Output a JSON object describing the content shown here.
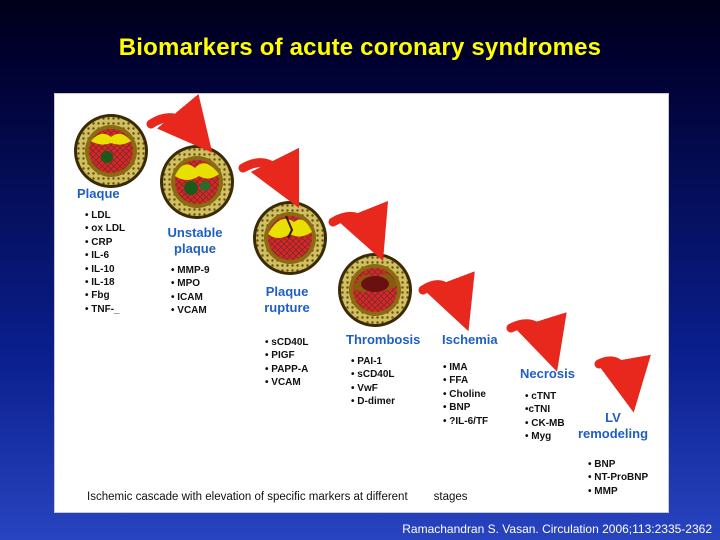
{
  "slide": {
    "title": "Biomarkers of acute coronary syndromes",
    "citation": "Ramachandran S. Vasan. Circulation 2006;113:2335-2362"
  },
  "colors": {
    "title": "#ffff00",
    "stage_label": "#1f5fc4",
    "arrow": "#e8281c",
    "plaque_outer": "#a87918",
    "plaque_core": "#d92626",
    "plaque_lipid": "#e8e000"
  },
  "diagram": {
    "stages": [
      {
        "label": [
          "Plaque"
        ],
        "markers": [
          "LDL",
          "ox LDL",
          "CRP",
          "IL-6",
          "IL-10",
          "IL-18",
          "Fbg",
          "TNF-_"
        ]
      },
      {
        "label": [
          "Unstable",
          "plaque"
        ],
        "markers": [
          "MMP-9",
          "MPO",
          "ICAM",
          "VCAM"
        ]
      },
      {
        "label": [
          "Plaque",
          "rupture"
        ],
        "markers": [
          "sCD40L",
          "PIGF",
          "PAPP-A",
          "VCAM"
        ]
      },
      {
        "label": [
          "Thrombosis"
        ],
        "markers": [
          "PAI-1",
          "sCD40L",
          "VwF",
          "D-dimer"
        ]
      },
      {
        "label": [
          "Ischemia"
        ],
        "markers": [
          "IMA",
          "FFA",
          "Choline",
          "BNP",
          "?IL-6/TF"
        ]
      },
      {
        "label": [
          "Necrosis"
        ],
        "markers": [
          "cTNT",
          "cTNI",
          "CK-MB",
          "Myg"
        ]
      },
      {
        "label": [
          "LV",
          "remodeling"
        ],
        "markers": [
          "BNP",
          "NT-ProBNP",
          "MMP"
        ]
      }
    ],
    "caption": [
      "Ischemic cascade with elevation of specific markers at different",
      "stages"
    ]
  }
}
